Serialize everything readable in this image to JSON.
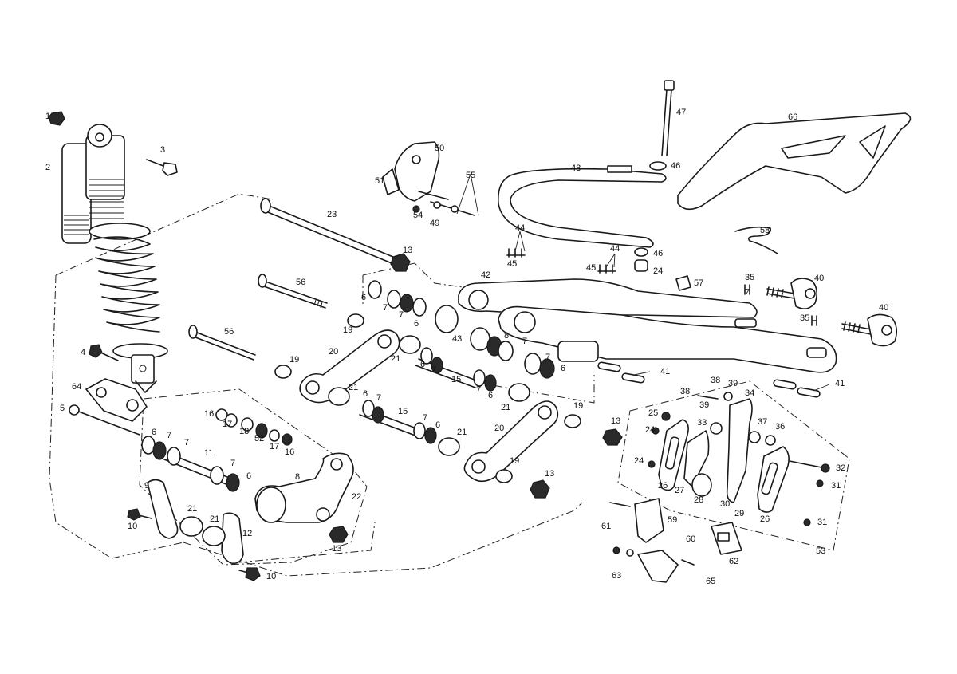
{
  "callouts": [
    {
      "id": "c1",
      "text": "1"
    },
    {
      "id": "c2",
      "text": "2"
    },
    {
      "id": "c3",
      "text": "3"
    },
    {
      "id": "c4",
      "text": "4"
    },
    {
      "id": "c5",
      "text": "5"
    },
    {
      "id": "c64",
      "text": "64"
    },
    {
      "id": "c6a",
      "text": "6"
    },
    {
      "id": "c7a",
      "text": "7"
    },
    {
      "id": "c7b",
      "text": "7"
    },
    {
      "id": "c11",
      "text": "11"
    },
    {
      "id": "c7c",
      "text": "7"
    },
    {
      "id": "c6b",
      "text": "6"
    },
    {
      "id": "c16a",
      "text": "16"
    },
    {
      "id": "c17a",
      "text": "17"
    },
    {
      "id": "c18",
      "text": "18"
    },
    {
      "id": "c52",
      "text": "52"
    },
    {
      "id": "c17b",
      "text": "17"
    },
    {
      "id": "c16b",
      "text": "16"
    },
    {
      "id": "c8a",
      "text": "8"
    },
    {
      "id": "c22",
      "text": "22"
    },
    {
      "id": "c9",
      "text": "9"
    },
    {
      "id": "c21a",
      "text": "21"
    },
    {
      "id": "c21b",
      "text": "21"
    },
    {
      "id": "c12",
      "text": "12"
    },
    {
      "id": "c10a",
      "text": "10"
    },
    {
      "id": "c10b",
      "text": "10"
    },
    {
      "id": "c13a",
      "text": "13"
    },
    {
      "id": "c23",
      "text": "23"
    },
    {
      "id": "c13b",
      "text": "13"
    },
    {
      "id": "c56a",
      "text": "56"
    },
    {
      "id": "c56b",
      "text": "56"
    },
    {
      "id": "c6c",
      "text": "6"
    },
    {
      "id": "c7d",
      "text": "7"
    },
    {
      "id": "c7e",
      "text": "7"
    },
    {
      "id": "c6d",
      "text": "6"
    },
    {
      "id": "c19a",
      "text": "19"
    },
    {
      "id": "c19b",
      "text": "19"
    },
    {
      "id": "c20a",
      "text": "20"
    },
    {
      "id": "c21c",
      "text": "21"
    },
    {
      "id": "c6e",
      "text": "6"
    },
    {
      "id": "c7f",
      "text": "7"
    },
    {
      "id": "c15a",
      "text": "15"
    },
    {
      "id": "c7g",
      "text": "7"
    },
    {
      "id": "c6f",
      "text": "6"
    },
    {
      "id": "c21d",
      "text": "21"
    },
    {
      "id": "c6g",
      "text": "6"
    },
    {
      "id": "c7h",
      "text": "7"
    },
    {
      "id": "c15b",
      "text": "15"
    },
    {
      "id": "c7i",
      "text": "7"
    },
    {
      "id": "c6h",
      "text": "6"
    },
    {
      "id": "c21e",
      "text": "21"
    },
    {
      "id": "c20b",
      "text": "20"
    },
    {
      "id": "c19c",
      "text": "19"
    },
    {
      "id": "c13c",
      "text": "13"
    },
    {
      "id": "c43",
      "text": "43"
    },
    {
      "id": "c8b",
      "text": "8"
    },
    {
      "id": "c7j",
      "text": "7"
    },
    {
      "id": "c7k",
      "text": "7"
    },
    {
      "id": "c6i",
      "text": "6"
    },
    {
      "id": "c21f",
      "text": "21"
    },
    {
      "id": "c19d",
      "text": "19"
    },
    {
      "id": "c13d",
      "text": "13"
    },
    {
      "id": "c42",
      "text": "42"
    },
    {
      "id": "c50",
      "text": "50"
    },
    {
      "id": "c51",
      "text": "51"
    },
    {
      "id": "c55",
      "text": "55"
    },
    {
      "id": "c54",
      "text": "54"
    },
    {
      "id": "c49",
      "text": "49"
    },
    {
      "id": "c47",
      "text": "47"
    },
    {
      "id": "c46a",
      "text": "46"
    },
    {
      "id": "c48",
      "text": "48"
    },
    {
      "id": "c66",
      "text": "66"
    },
    {
      "id": "c44a",
      "text": "44"
    },
    {
      "id": "c45a",
      "text": "45"
    },
    {
      "id": "c44b",
      "text": "44"
    },
    {
      "id": "c45b",
      "text": "45"
    },
    {
      "id": "c46b",
      "text": "46"
    },
    {
      "id": "c24a",
      "text": "24"
    },
    {
      "id": "c57",
      "text": "57"
    },
    {
      "id": "c58",
      "text": "58"
    },
    {
      "id": "c35a",
      "text": "35"
    },
    {
      "id": "c40a",
      "text": "40"
    },
    {
      "id": "c35b",
      "text": "35"
    },
    {
      "id": "c40b",
      "text": "40"
    },
    {
      "id": "c41a",
      "text": "41"
    },
    {
      "id": "c41b",
      "text": "41"
    },
    {
      "id": "c38a",
      "text": "38"
    },
    {
      "id": "c39a",
      "text": "39"
    },
    {
      "id": "c38b",
      "text": "38"
    },
    {
      "id": "c39b",
      "text": "39"
    },
    {
      "id": "c34",
      "text": "34"
    },
    {
      "id": "c25",
      "text": "25"
    },
    {
      "id": "c33",
      "text": "33"
    },
    {
      "id": "c37",
      "text": "37"
    },
    {
      "id": "c36",
      "text": "36"
    },
    {
      "id": "c24b",
      "text": "24"
    },
    {
      "id": "c24c",
      "text": "24"
    },
    {
      "id": "c26a",
      "text": "26"
    },
    {
      "id": "c27",
      "text": "27"
    },
    {
      "id": "c28",
      "text": "28"
    },
    {
      "id": "c30",
      "text": "30"
    },
    {
      "id": "c29",
      "text": "29"
    },
    {
      "id": "c26b",
      "text": "26"
    },
    {
      "id": "c32",
      "text": "32"
    },
    {
      "id": "c31a",
      "text": "31"
    },
    {
      "id": "c31b",
      "text": "31"
    },
    {
      "id": "c53",
      "text": "53"
    },
    {
      "id": "c61",
      "text": "61"
    },
    {
      "id": "c59",
      "text": "59"
    },
    {
      "id": "c60",
      "text": "60"
    },
    {
      "id": "c62",
      "text": "62"
    },
    {
      "id": "c63",
      "text": "63"
    },
    {
      "id": "c65",
      "text": "65"
    }
  ]
}
